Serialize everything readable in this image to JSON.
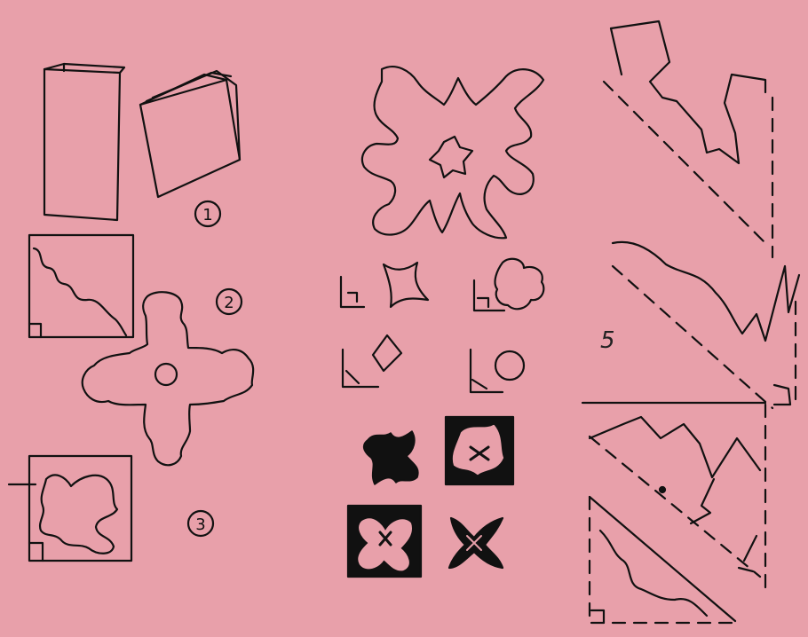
{
  "illustration": {
    "background_color": "#e8a0aa",
    "ink_color": "#111111",
    "step_labels": [
      "1",
      "2",
      "3",
      "5"
    ]
  }
}
